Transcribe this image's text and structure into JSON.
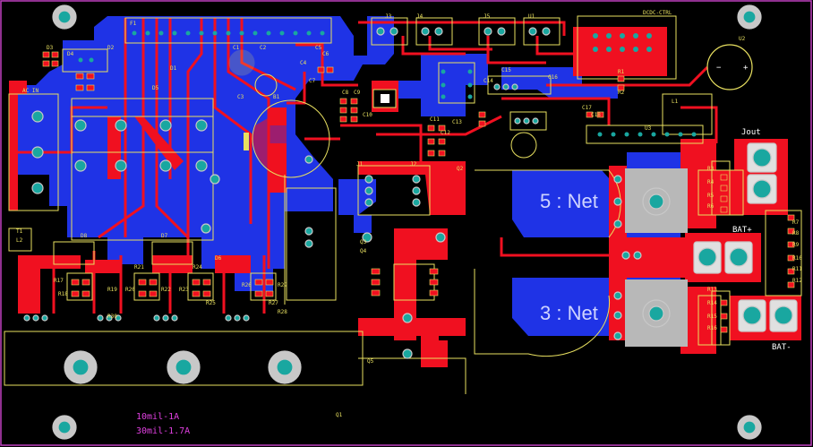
{
  "board": {
    "colors": {
      "background": "#000000",
      "bottom_copper": "#1f33e6",
      "top_copper": "#f01020",
      "pad": "#19a7a0",
      "silk": "#e8e060",
      "keepout": "#c040c0",
      "note": "#e040e0"
    },
    "nets": [
      {
        "name": "5 : Net"
      },
      {
        "name": "3 : Net"
      }
    ],
    "labels": {
      "jout": "Jout",
      "bat_plus": "BAT+",
      "bat_minus": "BAT-",
      "dc_header": "DCDC-CTRL",
      "ac_in": "AC IN"
    },
    "notes": {
      "line1": "10mil-1A",
      "line2": "30mil-1.7A"
    },
    "designators": [
      "C1",
      "C2",
      "C3",
      "C4",
      "C5",
      "C6",
      "C7",
      "C8",
      "C9",
      "C10",
      "C11",
      "C12",
      "C13",
      "C14",
      "C15",
      "C16",
      "C17",
      "C18",
      "R1",
      "R2",
      "R3",
      "R4",
      "R5",
      "R6",
      "R7",
      "R8",
      "R9",
      "R10",
      "R11",
      "R12",
      "R13",
      "R14",
      "R15",
      "R16",
      "R17",
      "R18",
      "R19",
      "R20",
      "R21",
      "R22",
      "R23",
      "R24",
      "R25",
      "R26",
      "R27",
      "R28",
      "R29",
      "R30",
      "D1",
      "D2",
      "D3",
      "D4",
      "D5",
      "D6",
      "D7",
      "D8",
      "Q1",
      "Q2",
      "Q3",
      "Q4",
      "Q5",
      "J1",
      "J2",
      "J3",
      "J4",
      "J5",
      "U1",
      "U2",
      "U3",
      "L1",
      "L2",
      "T1",
      "F1",
      "B1"
    ]
  }
}
